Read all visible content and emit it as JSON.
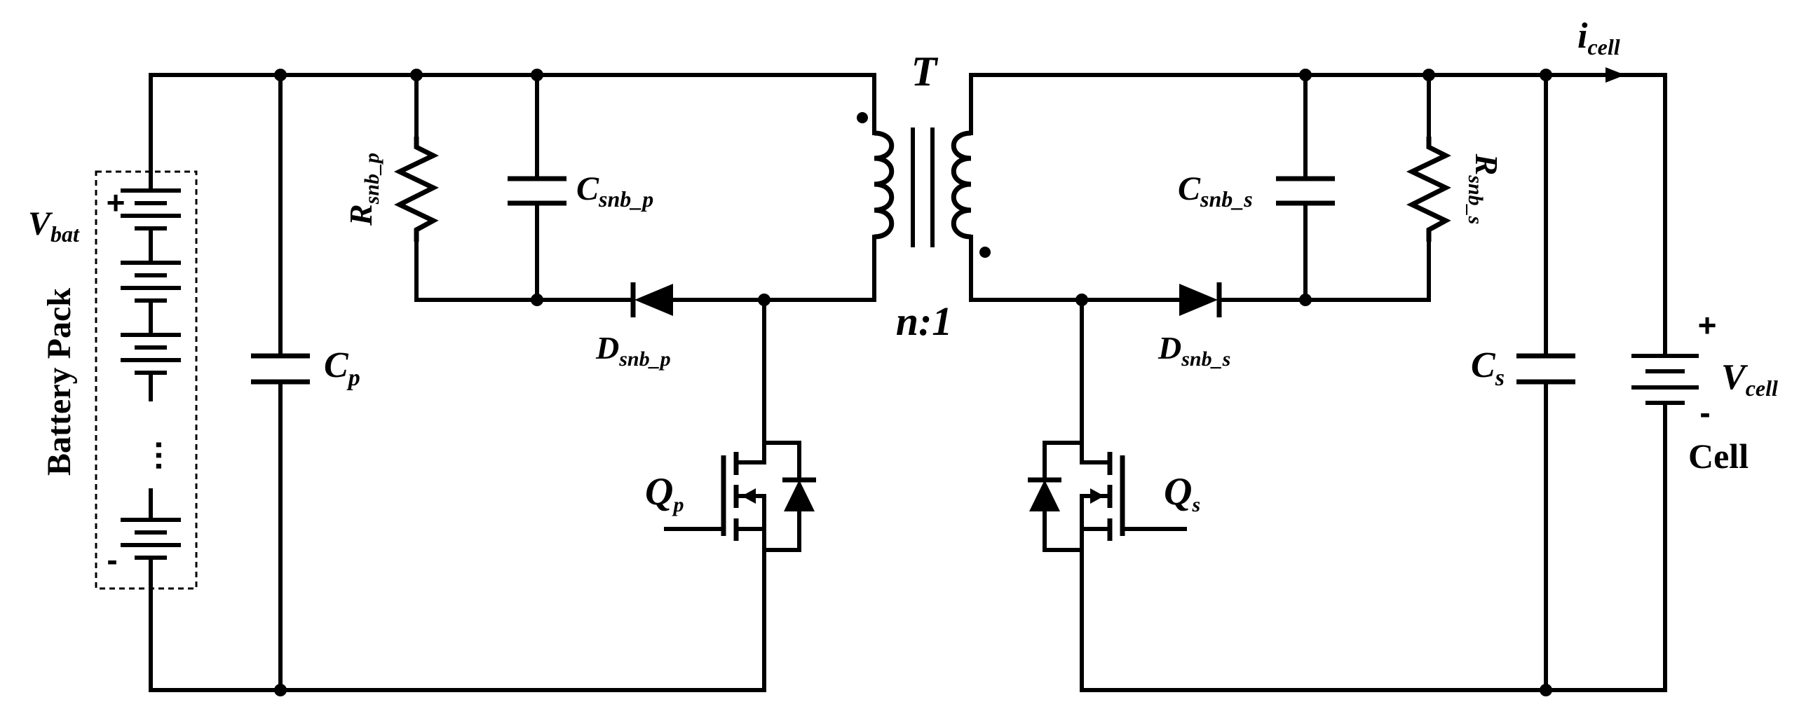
{
  "labels": {
    "vbat": {
      "main": "V",
      "sub": "bat"
    },
    "battery_pack": "Battery Pack",
    "cp": {
      "main": "C",
      "sub": "p"
    },
    "rsnb_p": {
      "main": "R",
      "sub": "snb_p"
    },
    "csnb_p": {
      "main": "C",
      "sub": "snb_p"
    },
    "dsnb_p": {
      "main": "D",
      "sub": "snb_p"
    },
    "qp": {
      "main": "Q",
      "sub": "p"
    },
    "transformer": "T",
    "ratio": "n:1",
    "csnb_s": {
      "main": "C",
      "sub": "snb_s"
    },
    "rsnb_s": {
      "main": "R",
      "sub": "snb_s"
    },
    "dsnb_s": {
      "main": "D",
      "sub": "snb_s"
    },
    "qs": {
      "main": "Q",
      "sub": "s"
    },
    "cs": {
      "main": "C",
      "sub": "s"
    },
    "icell": {
      "main": "i",
      "sub": "cell"
    },
    "vcell": {
      "main": "V",
      "sub": "cell"
    },
    "cell": "Cell",
    "plus": "+",
    "minus": "-",
    "ellipsis": "…"
  }
}
